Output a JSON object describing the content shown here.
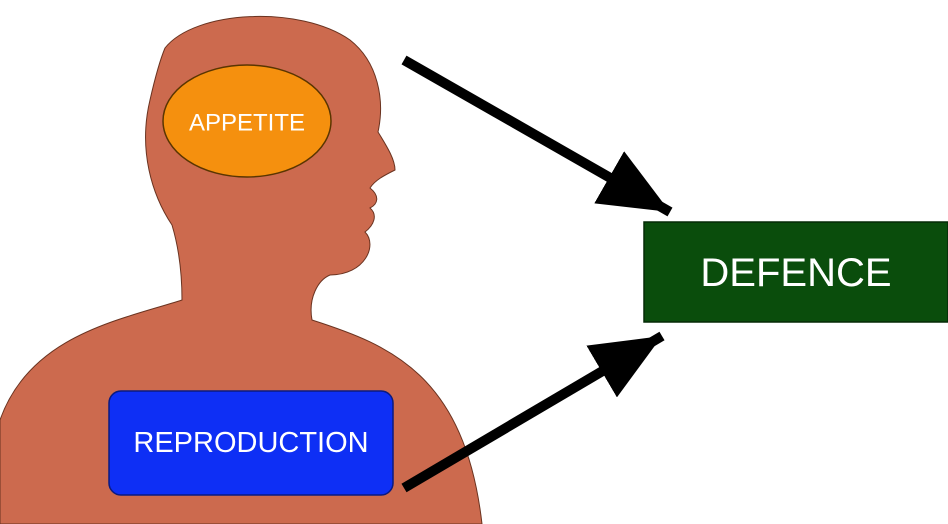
{
  "nodes": {
    "appetite": {
      "label": "APPETITE",
      "color": "#F5900E"
    },
    "reproduction": {
      "label": "REPRODUCTION",
      "color": "#0E2FF5"
    },
    "defence": {
      "label": "DEFENCE",
      "color": "#0A4D0C"
    }
  },
  "figure": {
    "color": "#CC6A4E"
  },
  "edges": [
    {
      "from": "appetite",
      "to": "defence"
    },
    {
      "from": "reproduction",
      "to": "defence"
    }
  ]
}
